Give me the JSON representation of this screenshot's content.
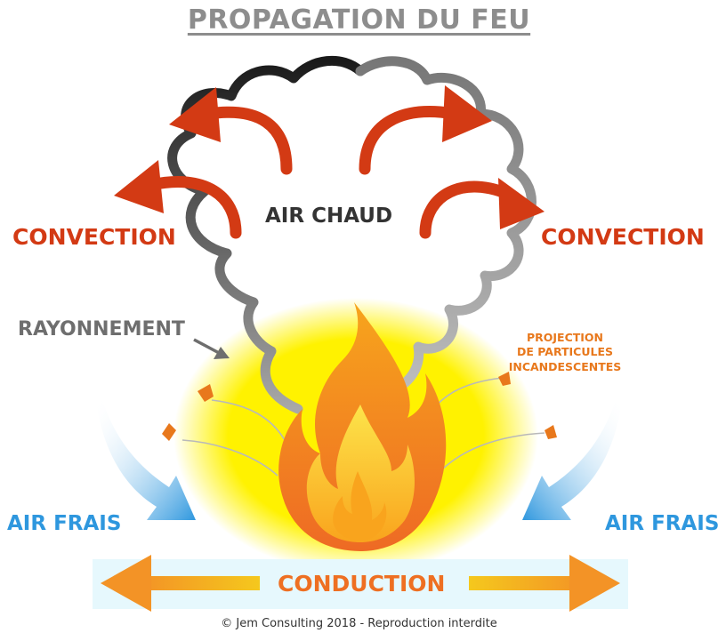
{
  "title": "PROPAGATION DU FEU",
  "labels": {
    "convection_left": "CONVECTION",
    "convection_right": "CONVECTION",
    "air_chaud": "AIR CHAUD",
    "rayonnement": "RAYONNEMENT",
    "projection_line1": "PROJECTION",
    "projection_line2": "DE PARTICULES",
    "projection_line3": "INCANDESCENTES",
    "air_frais_left": "AIR FRAIS",
    "air_frais_right": "AIR FRAIS",
    "conduction": "CONDUCTION"
  },
  "copyright": "© Jem Consulting 2018 - Reproduction interdite",
  "colors": {
    "convection": "#d33a14",
    "air_frais": "#2e97de",
    "conduction": "#ee6f22",
    "rayonnement": "#6e6e6e",
    "projection": "#e8781c",
    "title": "#8d8d8d",
    "glow": "#fff200"
  },
  "icons": [
    "fire-icon",
    "smoke-cloud-icon",
    "convection-arrow-icon",
    "cool-air-arrow-icon",
    "conduction-arrow-icon"
  ]
}
